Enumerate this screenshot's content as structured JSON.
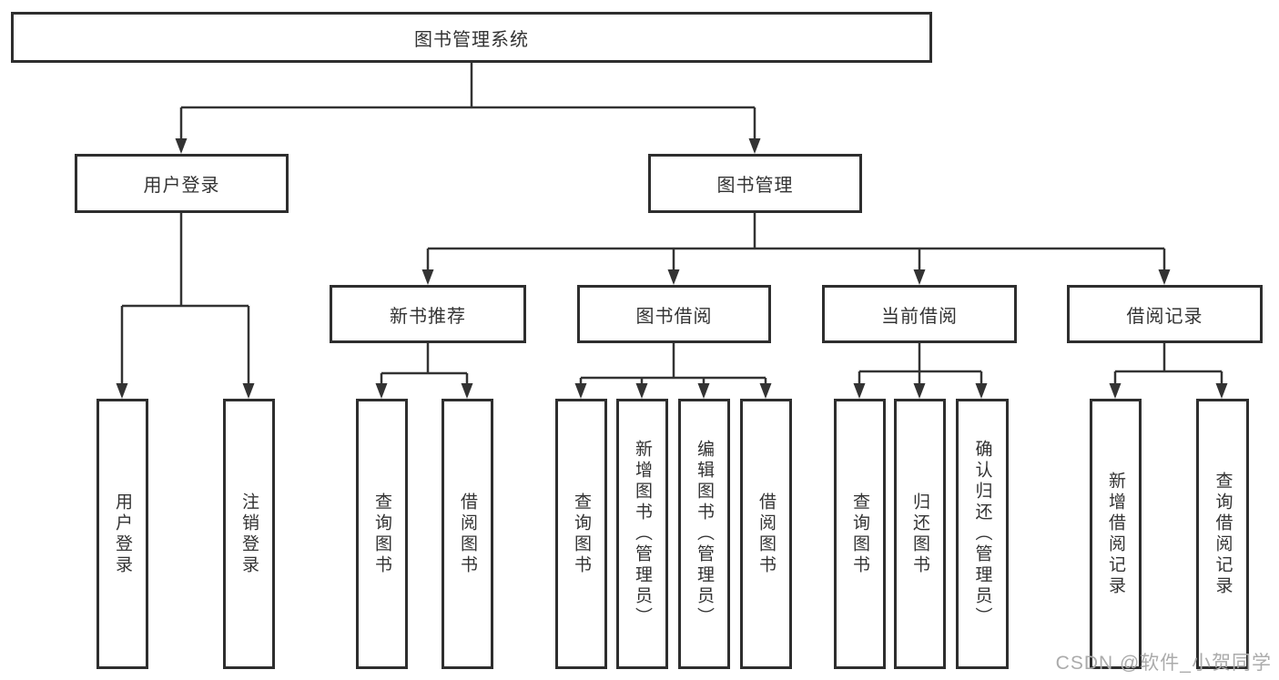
{
  "tree": {
    "label": "图书管理系统",
    "children": [
      {
        "label": "用户登录",
        "children": [
          {
            "label": "用户登录"
          },
          {
            "label": "注销登录"
          }
        ]
      },
      {
        "label": "图书管理",
        "children": [
          {
            "label": "新书推荐",
            "children": [
              {
                "label": "查询图书"
              },
              {
                "label": "借阅图书"
              }
            ]
          },
          {
            "label": "图书借阅",
            "children": [
              {
                "label": "查询图书"
              },
              {
                "label": "新增图书（管理员）"
              },
              {
                "label": "编辑图书（管理员）"
              },
              {
                "label": "借阅图书"
              }
            ]
          },
          {
            "label": "当前借阅",
            "children": [
              {
                "label": "查询图书"
              },
              {
                "label": "归还图书"
              },
              {
                "label": "确认归还（管理员）"
              }
            ]
          },
          {
            "label": "借阅记录",
            "children": [
              {
                "label": "新增借阅记录"
              },
              {
                "label": "查询借阅记录"
              }
            ]
          }
        ]
      }
    ]
  },
  "watermark": "CSDN @软件_小贺同学",
  "colors": {
    "line": "#333333",
    "box_border": "#2e2e2e",
    "text": "#333333",
    "watermark": "#ababab",
    "background": "#ffffff"
  }
}
